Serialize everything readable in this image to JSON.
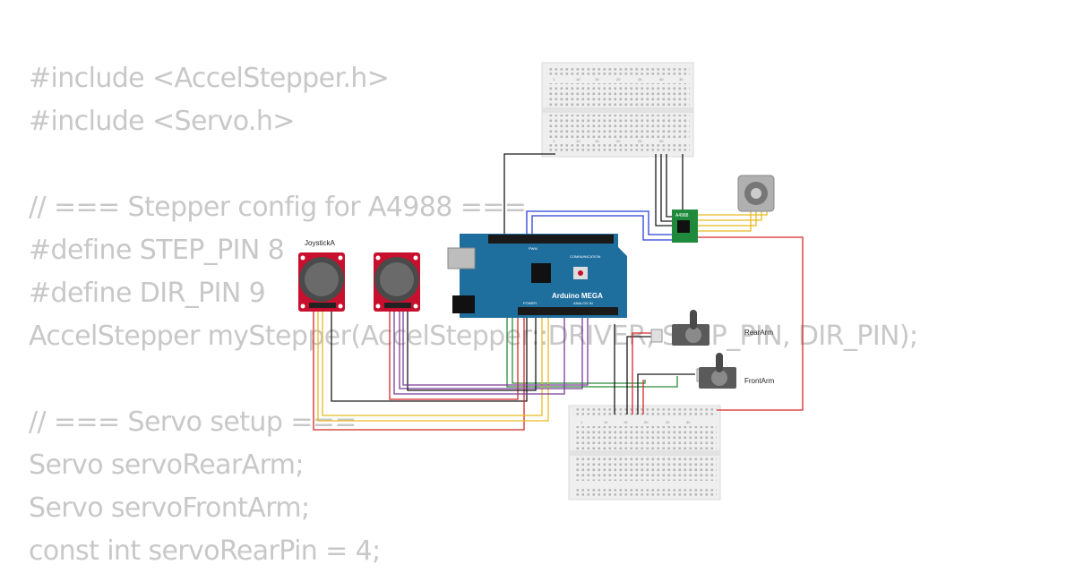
{
  "code_lines": [
    "#include <AccelStepper.h>",
    "#include <Servo.h>",
    "",
    "// === Stepper config for A4988 ===",
    "#define STEP_PIN 8",
    "#define DIR_PIN 9",
    "AccelStepper myStepper(AccelStepper::DRIVER, STEP_PIN, DIR_PIN);",
    "",
    "// === Servo setup ===",
    "Servo servoRearArm;",
    "Servo servoFrontArm;",
    "const int servoRearPin = 4;"
  ],
  "diagram": {
    "joystick_a_label": "JoystickA",
    "arduino_label": "Arduino MEGA",
    "arduino_sub_labels": {
      "pwm": "PWM",
      "communication": "COMMUNICATION",
      "power": "POWER",
      "analog_in": "ANALOG IN"
    },
    "driver_label": "A4988",
    "servo_rear_label": "RearArm",
    "servo_front_label": "FrontArm",
    "breadboard_numbers": [
      "1",
      "5",
      "10",
      "15",
      "20",
      "25",
      "30"
    ]
  },
  "colors": {
    "code_text": "#c8c8c8",
    "arduino_board": "#1f6f9e",
    "driver_board": "#1f8a3c",
    "joystick_board": "#c8102e",
    "wire_black": "#1a1a1a",
    "wire_red": "#d62828",
    "wire_yellow": "#e8b923",
    "wire_orange": "#f08c2c",
    "wire_purple": "#7d3c98",
    "wire_green": "#2e8b3c",
    "wire_blue": "#2a3fd6"
  },
  "icons": [
    "joystick-icon",
    "arduino-mega-icon",
    "a4988-driver-icon",
    "stepper-motor-icon",
    "servo-motor-icon",
    "breadboard-icon"
  ]
}
